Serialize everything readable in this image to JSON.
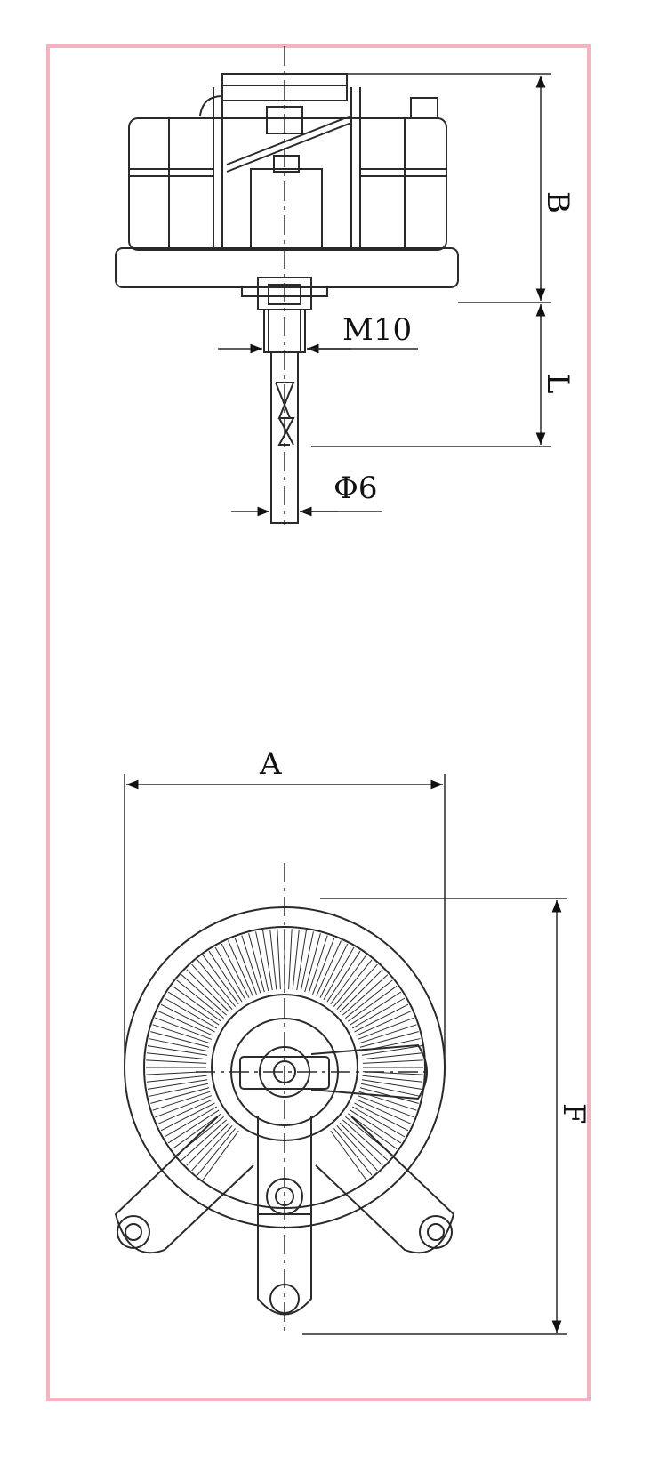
{
  "labels": {
    "B": "B",
    "L": "L",
    "M10": "M10",
    "phi6": "Φ6",
    "A": "A",
    "F": "F"
  },
  "colors": {
    "frame": "#f3b3c0",
    "line": "#2a2a2a"
  }
}
